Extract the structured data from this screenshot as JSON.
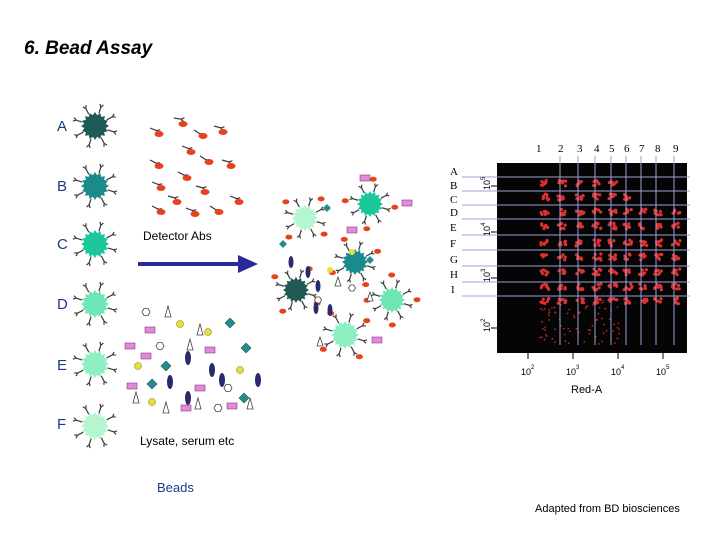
{
  "title": "6. Bead Assay",
  "bead_rows": [
    {
      "label": "A",
      "color": "#1f5a55"
    },
    {
      "label": "B",
      "color": "#1a8a8c"
    },
    {
      "label": "C",
      "color": "#19c79a"
    },
    {
      "label": "D",
      "color": "#6ee6b5"
    },
    {
      "label": "E",
      "color": "#8ef0c2"
    },
    {
      "label": "F",
      "color": "#b5f5cf"
    }
  ],
  "detector_label": "Detector Abs",
  "lysate_label": "Lysate, serum etc",
  "beads_caption": "Beads",
  "credit": "Adapted from BD biosciences",
  "plot": {
    "column_labels": [
      "1",
      "2",
      "3",
      "4",
      "5",
      "6",
      "7",
      "8",
      "9"
    ],
    "row_labels": [
      "A",
      "B",
      "C",
      "D",
      "E",
      "F",
      "G",
      "H",
      "I"
    ],
    "x_axis_title": "Red-A",
    "x_ticks": [
      {
        "base": "10",
        "exp": "2"
      },
      {
        "base": "10",
        "exp": "3"
      },
      {
        "base": "10",
        "exp": "4"
      },
      {
        "base": "10",
        "exp": "5"
      }
    ],
    "y_ticks": [
      {
        "base": "10",
        "exp": "2"
      },
      {
        "base": "10",
        "exp": "3"
      },
      {
        "base": "10",
        "exp": "4"
      },
      {
        "base": "10",
        "exp": "5"
      }
    ],
    "background": "#050505",
    "dot_color": "#e03030",
    "gridline_color": "#9aa0d8"
  },
  "colors": {
    "antibody": "#3a3a3a",
    "analyte": "#e8421a",
    "arrow": "#2a2a9a",
    "magenta": "#e08ad8",
    "teal": "#2a8a8a",
    "navy": "#2a2a6a"
  }
}
